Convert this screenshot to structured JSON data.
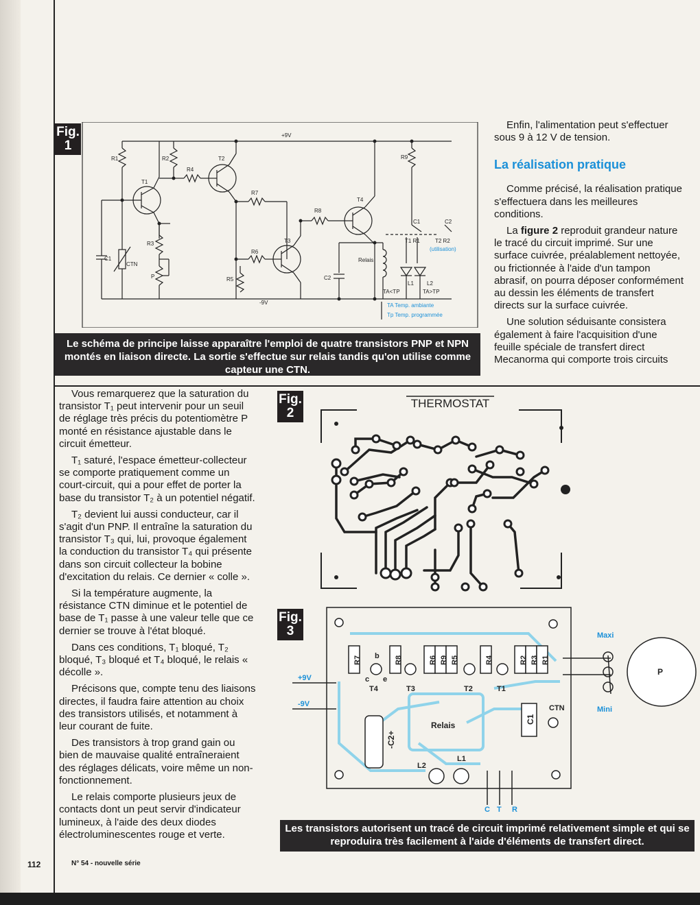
{
  "fig1": {
    "tag_word": "Fig.",
    "tag_num": "1",
    "labels": {
      "supply_pos": "+9V",
      "supply_neg": "-9V",
      "R1": "R1",
      "R2": "R2",
      "R3": "R3",
      "R4": "R4",
      "R5": "R5",
      "R6": "R6",
      "R7": "R7",
      "R8": "R8",
      "R9": "R9",
      "T1": "T1",
      "T2": "T2",
      "T3": "T3",
      "T4": "T4",
      "C1": "C1",
      "C2": "C2",
      "CTN": "CTN",
      "P": "P",
      "relais": "Relais",
      "contact_C1": "C1",
      "contact_C2": "C2",
      "contact_T1R1": "T1 R1",
      "contact_T2R2": "T2 R2",
      "utilisation": "(utilisation)",
      "L1": "L1",
      "L2": "L2",
      "ta_lt_tp": "TA<TP",
      "ta_gt_tp": "TA>TP",
      "legend_ta": "TA  Temp. ambiante",
      "legend_tp": "Tp  Temp. programmée"
    },
    "caption": "Le schéma de principe laisse apparaître l'emploi de quatre transistors PNP et NPN montés en liaison directe. La sortie s'effectue sur relais tandis qu'on utilise comme capteur une CTN."
  },
  "right_column": {
    "intro": "Enfin, l'alimentation peut s'effectuer sous 9 à 12 V de tension.",
    "heading": "La réalisation pratique",
    "p1": "Comme précisé, la réalisation pratique s'effectuera dans les meilleures conditions.",
    "p2_lead": "La ",
    "p2_bold": "figure 2",
    "p2_rest": " reproduit grandeur nature le tracé du circuit imprimé. Sur une surface cuivrée, préalablement nettoyée, ou frictionnée à l'aide d'un tampon abrasif, on pourra déposer conformément au dessin les éléments de transfert directs sur la surface cuivrée.",
    "p3": "Une solution séduisante consistera également à faire l'acquisition d'une feuille spéciale de transfert direct Mecanorma qui comporte trois circuits"
  },
  "left_column": {
    "p1": "Vous remarquerez que la saturation du transistor T₁ peut intervenir pour un seuil de réglage très précis du potentiomètre P monté en résistance ajustable dans le circuit émetteur.",
    "p2": "T₁ saturé, l'espace émetteur-collecteur se comporte pratiquement comme un court-circuit, qui a pour effet de porter la base du transistor T₂ à un potentiel négatif.",
    "p3": "T₂ devient lui aussi conducteur, car il s'agit d'un PNP. Il entraîne la saturation du transistor T₃ qui, lui, provoque également la conduction du transistor T₄ qui présente dans son circuit collecteur la bobine d'excitation du relais. Ce dernier « colle ».",
    "p4": "Si la température augmente, la résistance CTN diminue et le potentiel de base de T₁ passe à une valeur telle que ce dernier se trouve à l'état bloqué.",
    "p5": "Dans ces conditions, T₁ bloqué, T₂ bloqué, T₃ bloqué et T₄ bloqué, le relais « décolle ».",
    "p6": "Précisons que, compte tenu des liaisons directes, il faudra faire attention au choix des transistors utilisés, et notamment à leur courant de fuite.",
    "p7": "Des transistors à trop grand gain ou bien de mauvaise qualité entraîneraient des réglages délicats, voire même un non-fonctionnement.",
    "p8": "Le relais comporte plusieurs jeux de contacts dont un peut servir d'indicateur lumineux, à l'aide des deux diodes électroluminescentes rouge et verte."
  },
  "fig2": {
    "tag_word": "Fig.",
    "tag_num": "2",
    "title": "THERMOSTAT"
  },
  "fig3": {
    "tag_word": "Fig.",
    "tag_num": "3",
    "labels": {
      "R7": "R7",
      "R8": "R8",
      "R6": "R6",
      "R9": "R9",
      "R5": "R5",
      "R4": "R4",
      "R2": "R2",
      "R3": "R3",
      "R1": "R1",
      "T4": "T4",
      "T3": "T3",
      "T2": "T2",
      "T1": "T1",
      "b": "b",
      "c": "c",
      "e": "e",
      "plus9": "+9V",
      "minus9": "-9V",
      "C2": "-C2+",
      "relais": "Relais",
      "C1": "C1",
      "CTN": "CTN",
      "L1": "L1",
      "L2": "L2",
      "maxi": "Maxi",
      "mini": "Mini",
      "P": "P",
      "C": "C",
      "T": "T",
      "R": "R"
    },
    "caption": "Les transistors autorisent un tracé de circuit imprimé relativement simple et qui se reproduira très facilement à l'aide d'éléments de transfert direct."
  },
  "footer": {
    "page_number": "112",
    "issue": "N° 54 - nouvelle série"
  }
}
